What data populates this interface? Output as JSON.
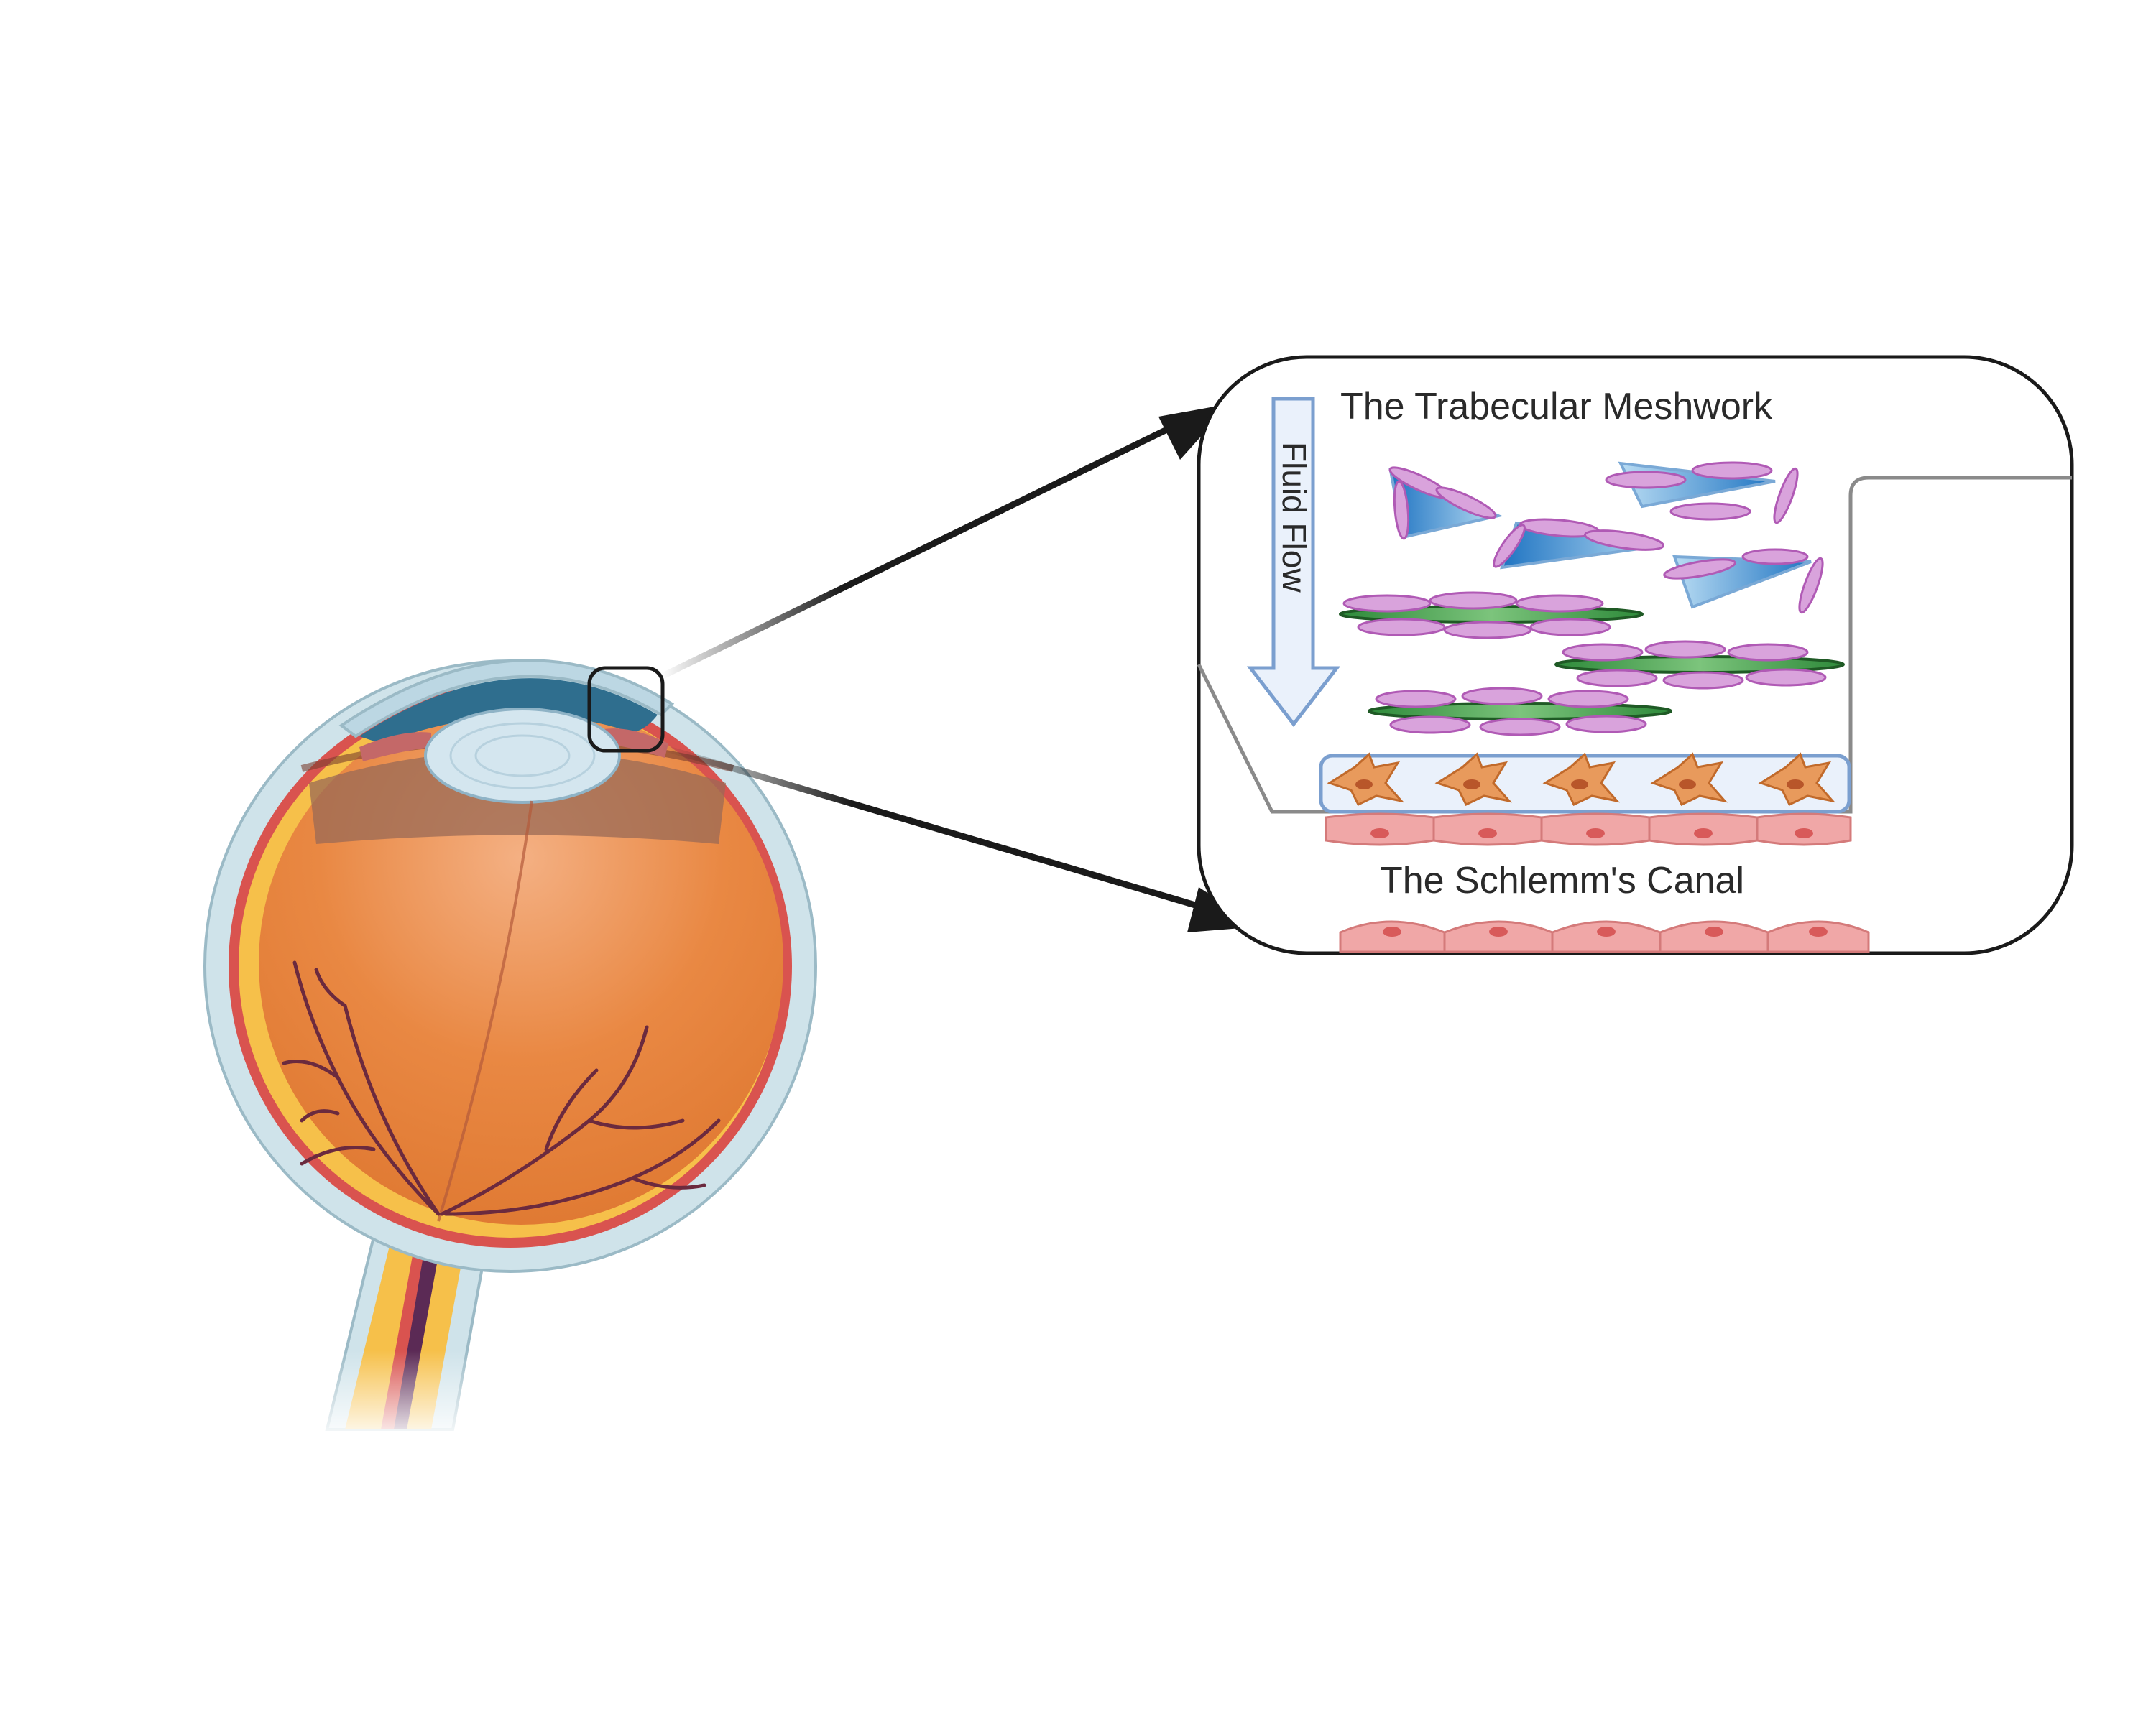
{
  "labels": {
    "trabecular_meshwork": "The Trabecular Meshwork",
    "fluid_flow": "Fluid Flow",
    "schlemms_canal": "The Schlemm's Canal"
  },
  "colors": {
    "vitreous": "#e8843f",
    "vitreous_light": "#f2a874",
    "sclera": "#cfe3ea",
    "choroid": "#d9534f",
    "retina": "#f6c04a",
    "lens": "#d4e6ef",
    "cornea": "#bcd7e3",
    "anterior_chamber": "#2f6e8e",
    "ciliary": "#9a6a55",
    "vessel": "#6b2a3e",
    "beam_blue": "#2f8fd0",
    "beam_green": "#4aa24f",
    "cell_pink": "#d9a3dc",
    "fibroblast_orange": "#e89a5c",
    "endothelial_pink": "#f0a7a7",
    "flow_arrow": "#eaf1fb",
    "flow_arrow_border": "#7b9fcf",
    "outline": "#1a1a1a"
  }
}
